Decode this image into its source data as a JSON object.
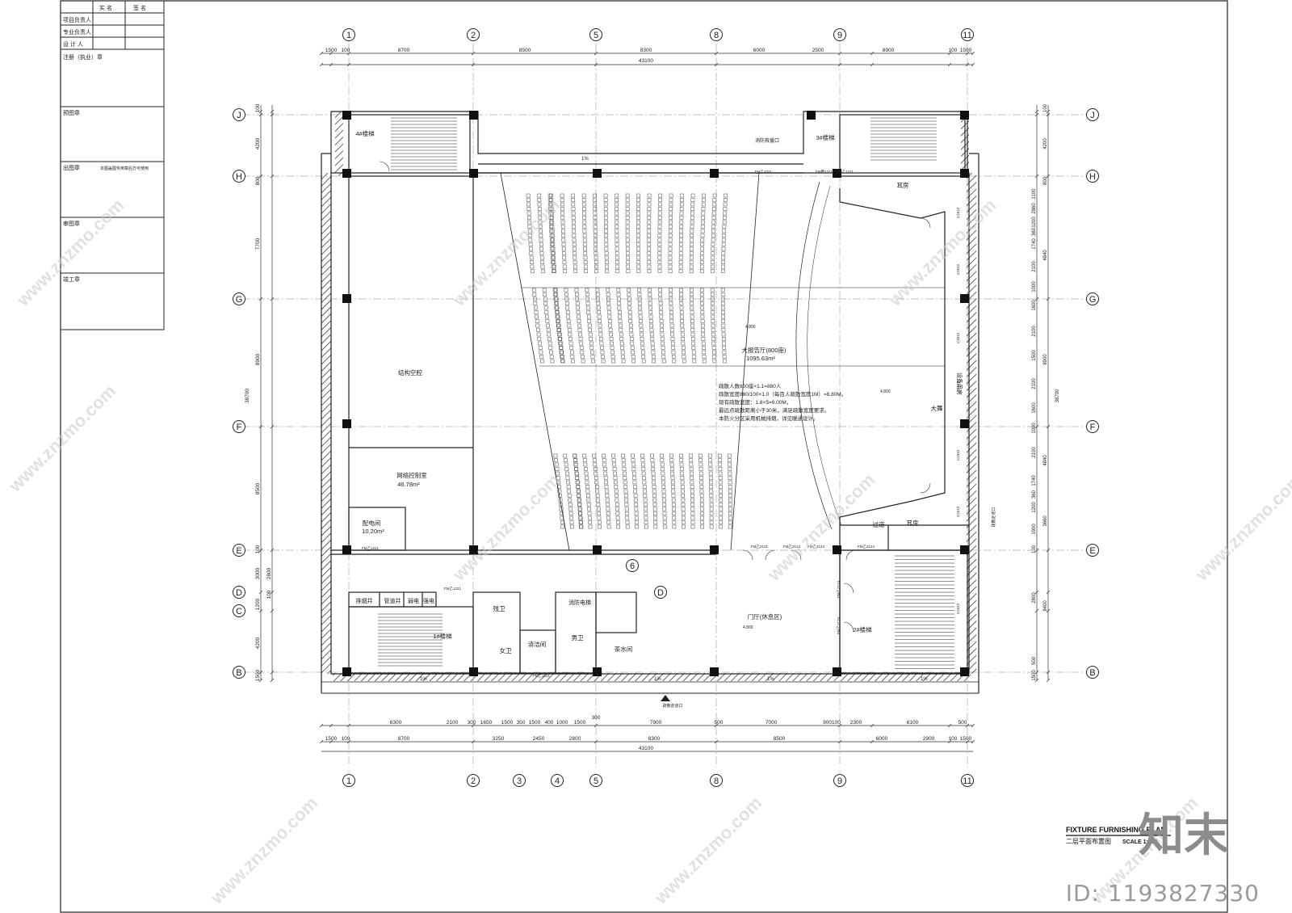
{
  "title_block": {
    "header": [
      "实 名",
      "签 名"
    ],
    "rows": [
      "项目负责人",
      "专业负责人",
      "设 计 人"
    ],
    "sections": [
      "注册（执业）章",
      "预图章",
      "出图章",
      "审图章",
      "竣工章"
    ],
    "stamp_note": "本图盖图专用章后方可使用"
  },
  "axes": {
    "columns": [
      "1",
      "2",
      "5",
      "8",
      "9",
      "11"
    ],
    "columns_bottom": [
      "1",
      "2",
      "3",
      "4",
      "5",
      "8",
      "9",
      "11"
    ],
    "rows": [
      "J",
      "H",
      "G",
      "F",
      "E",
      "D",
      "C",
      "B"
    ],
    "mid_marker": "6",
    "mid_marker_d": "D"
  },
  "dims": {
    "top_row1": [
      "1500",
      "100",
      "8700",
      "8500",
      "8300",
      "6000",
      "2500",
      "8900",
      "100",
      "1500"
    ],
    "top_total": "43100",
    "bottom_row1": [
      "6300",
      "2100",
      "300",
      "1650",
      "1500",
      "350",
      "1500",
      "400",
      "1000",
      "1500",
      "300",
      "7900",
      "500",
      "7000",
      "900100",
      "2300",
      "6100",
      "500"
    ],
    "bottom_row2": [
      "1500",
      "100",
      "8700",
      "3250",
      "2450",
      "2800",
      "8300",
      "8500",
      "6000",
      "2900",
      "100",
      "1500"
    ],
    "bottom_total": "43100",
    "left_segments": [
      "100",
      "4200",
      "800",
      "7700",
      "8900",
      "8500",
      "100",
      "3000",
      "2800",
      "100",
      "1200",
      "4200",
      "1500"
    ],
    "left_total": "38700",
    "right_segments": [
      "100",
      "4200",
      "800",
      "1100",
      "2860",
      "1200",
      "360",
      "1740",
      "2100",
      "4840",
      "1000",
      "1600",
      "2100",
      "1500",
      "8900",
      "2100",
      "1600",
      "1000",
      "2100",
      "4840",
      "1740",
      "360",
      "1200",
      "3660",
      "1900",
      "100",
      "2800",
      "8400",
      "500",
      "1500"
    ],
    "right_total": "38700"
  },
  "rooms": {
    "stair4": "4#楼梯",
    "stair3": "3#楼梯",
    "stair2": "2#楼梯",
    "stair1": "1#楼梯",
    "fire_window": "消防救援口",
    "ear_room_top": "耳房",
    "ear_room_bottom": "耳房",
    "structure_void": "结构空腔",
    "network_room": "网络控制室",
    "network_area": "46.78m²",
    "power_room": "配电间",
    "power_area": "10.20m²",
    "hall_name": "大报告厅(800座)",
    "hall_area": "1095.63m²",
    "stage": "大舞",
    "equipment": "设备用房",
    "transition": "过道",
    "lobby": "门厅(休息区)",
    "smoke_exhaust": "排烟井",
    "pipe_shaft": "管道井",
    "weak_elec": "弱电",
    "strong_elec": "强电",
    "accessible_wc": "残卫",
    "female_wc": "女卫",
    "cleaning": "清洁间",
    "male_wc": "男卫",
    "lift": "消防电梯",
    "tea_room": "茶水间",
    "evac_bottom": "疏散走道口",
    "evac_right": "疏散走道口"
  },
  "notes": {
    "lines": [
      "疏散人数800座×1.1=880人",
      "疏散宽度880/100×1.0（每百人疏散宽度1M）=8.80M。",
      "现有疏散宽度：1.8×5=9.00M，",
      "最远点疏散距离小于30米，满足疏散宽度要求。",
      "本防火分区采用机械排烟，详见暖通设计。"
    ]
  },
  "tags": {
    "fm_labels": [
      "FM乙1221",
      "FM甲1221",
      "FM乙1221",
      "FM乙2121",
      "FM乙2124",
      "FM乙2124",
      "FM乙2124",
      "FM乙1221",
      "FM乙2124",
      "FM乙2124",
      "FM乙1021",
      "FM乙1221"
    ],
    "win_labels": [
      "C1512",
      "C1512",
      "C1512",
      "C1512",
      "C1512",
      "C1512",
      "C2412"
    ],
    "level": "4.800",
    "slope": "1%"
  },
  "legend": {
    "title_en": "FIXTURE FURNISHING PLAN",
    "title_cn": "二层平面布置图",
    "scale": "SCALE 1:100"
  },
  "watermark": {
    "text": "www.znzmo.com",
    "logo": "知末",
    "id": "ID: 1193827330"
  }
}
